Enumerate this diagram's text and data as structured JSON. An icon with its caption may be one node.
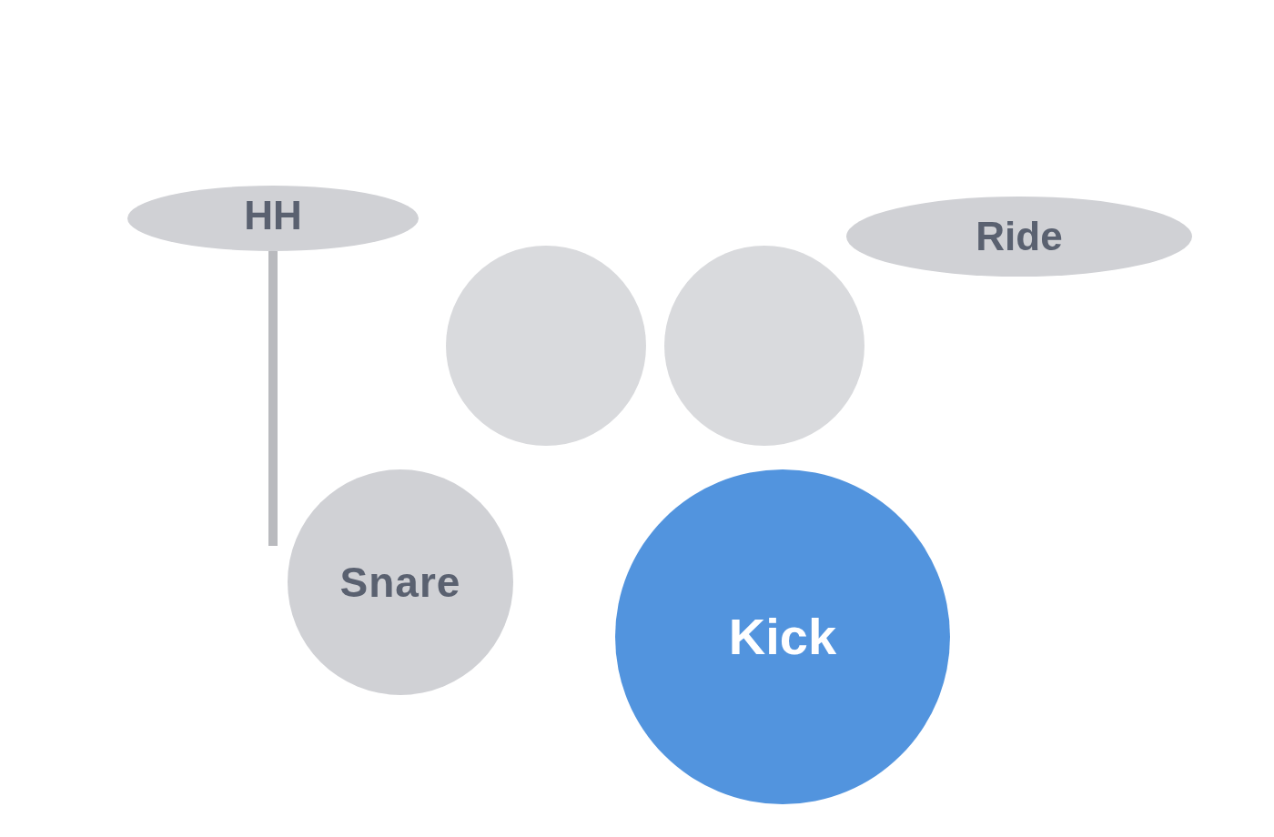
{
  "diagram": {
    "nodes": [
      {
        "text": [
          "HH"
        ]
      },
      {
        "text": [
          "Ride"
        ]
      },
      {
        "text": [],
        "shape": "circle"
      },
      {
        "text": [],
        "shape": "circle"
      },
      {
        "text": [
          "Snare"
        ]
      },
      {
        "text": [
          "Kick"
        ]
      }
    ]
  }
}
